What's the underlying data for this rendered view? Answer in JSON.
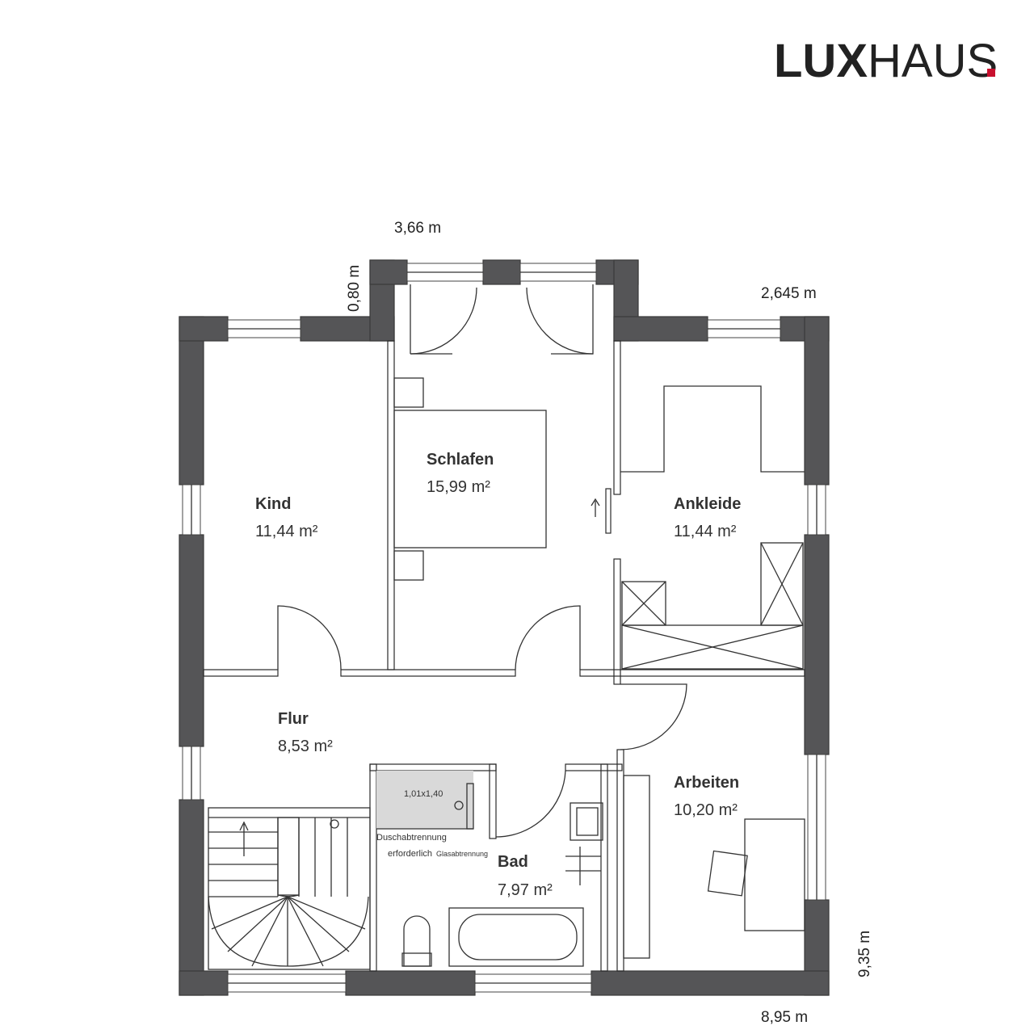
{
  "logo": {
    "part1": "LUX",
    "part2": "HAUS",
    "dot": ".",
    "dot_color": "#c8102e"
  },
  "dimensions": {
    "top_center": "3,66 m",
    "top_left_vertical": "0,80 m",
    "top_right": "2,645 m",
    "right_vertical": "9,35 m",
    "bottom": "8,95 m"
  },
  "rooms": {
    "kind": {
      "name": "Kind",
      "area": "11,44 m²"
    },
    "schlafen": {
      "name": "Schlafen",
      "area": "15,99 m²"
    },
    "ankleide": {
      "name": "Ankleide",
      "area": "11,44 m²"
    },
    "flur": {
      "name": "Flur",
      "area": "8,53 m²"
    },
    "arbeiten": {
      "name": "Arbeiten",
      "area": "10,20 m²"
    },
    "bad": {
      "name": "Bad",
      "area": "7,97 m²"
    }
  },
  "notes": {
    "shower_size": "1,01x1,40",
    "shower_separation_1": "Duschabtrennung",
    "shower_separation_2": "erforderlich",
    "glass_separation": "Glasabtrennung"
  },
  "colors": {
    "wall": "#555557",
    "logo_text": "#222222",
    "shower_fill": "#d9d9d9"
  }
}
